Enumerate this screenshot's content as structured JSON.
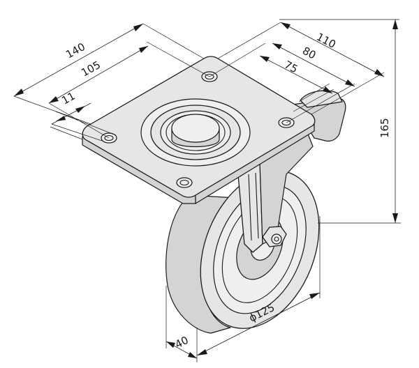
{
  "dimensions": {
    "plate_width_outer": "140",
    "plate_hole_spacing_outer": "105",
    "hole_diameter": "11",
    "plate_depth_outer": "110",
    "plate_hole_spacing_inner": "80",
    "inner_spacing": "75",
    "total_height": "165",
    "wheel_diameter": "ϕ125",
    "wheel_width": "40"
  }
}
